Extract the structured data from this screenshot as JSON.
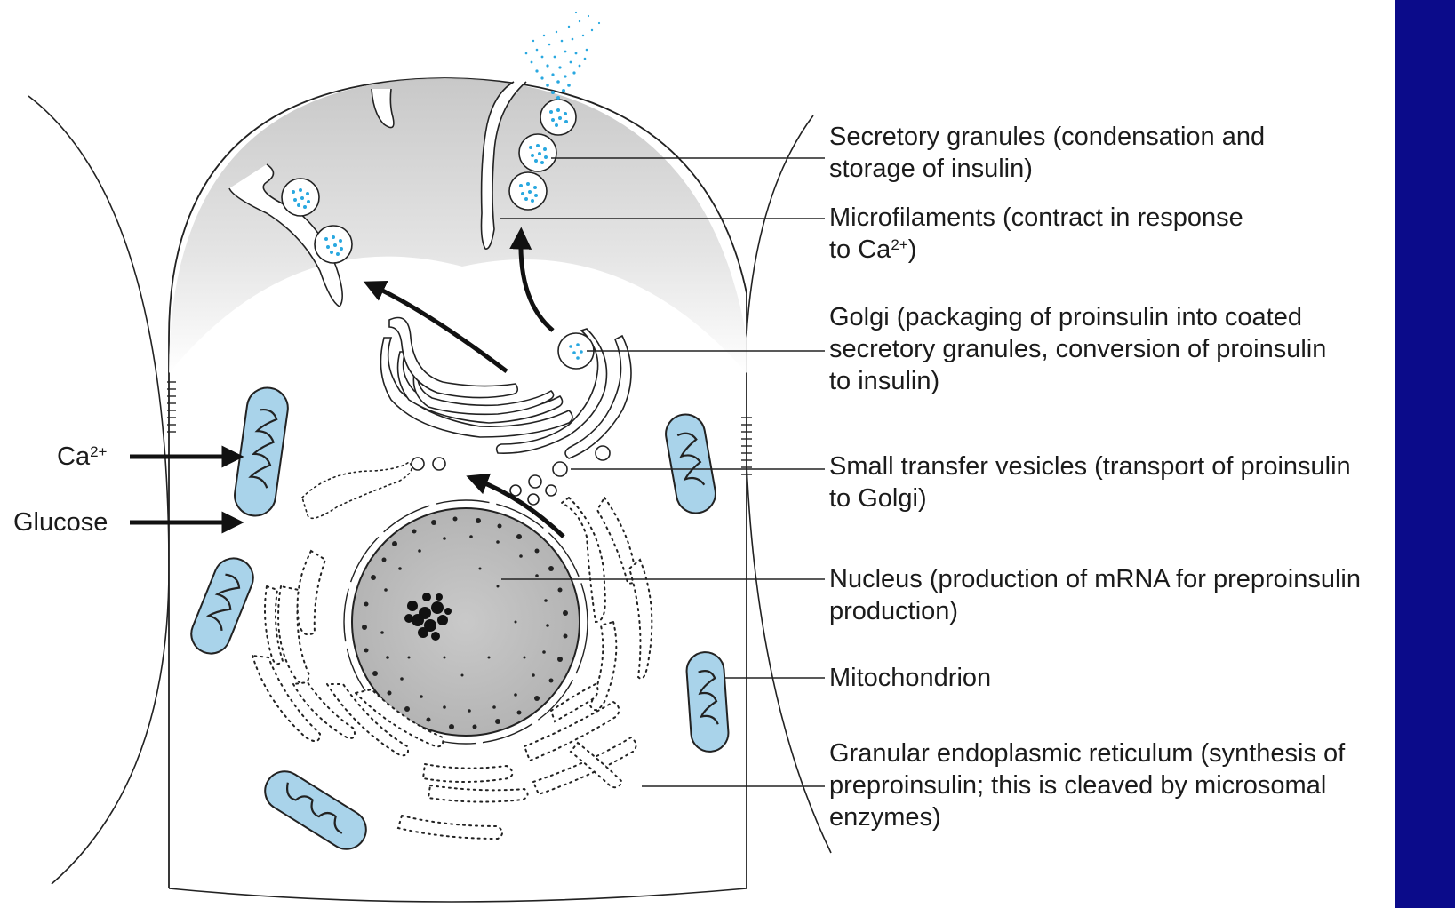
{
  "colors": {
    "background": "#ffffff",
    "edge_bar": "#0b0b8a",
    "insulin": "#29a8e0",
    "mitochondria": "#a9d3ea",
    "nucleus": "#c4c4c4",
    "cytoplasm_shade": "#c9c9c9",
    "ink": "#1b1b1b"
  },
  "labels": {
    "secretory_granules": {
      "line1": "Secretory granules (condensation and",
      "line2": "storage of insulin)"
    },
    "microfilaments": {
      "line1": "Microfilaments (contract in response",
      "line2_prefix": "to Ca",
      "line2_sup": "2+",
      "line2_suffix": ")"
    },
    "golgi": {
      "line1": "Golgi (packaging of proinsulin into coated",
      "line2": "secretory granules, conversion of proinsulin",
      "line3": "to insulin)"
    },
    "small_transfer_vesicles": {
      "line1": "Small transfer vesicles (transport of proinsulin",
      "line2": "to Golgi)"
    },
    "nucleus": {
      "line1": "Nucleus (production of mRNA for preproinsulin",
      "line2": "production)"
    },
    "mitochondrion": {
      "line1": "Mitochondrion"
    },
    "granular_er": {
      "line1": "Granular endoplasmic reticulum (synthesis of",
      "line2": "preproinsulin; this is cleaved by microsomal",
      "line3": "enzymes)"
    }
  },
  "inputs": {
    "calcium": {
      "text": "Ca",
      "sup": "2+"
    },
    "glucose": {
      "text": "Glucose"
    }
  },
  "icons": {
    "arrows": "arrow-icon",
    "granule": "secretory-granule-icon",
    "mitochondrion": "mitochondrion-icon"
  }
}
